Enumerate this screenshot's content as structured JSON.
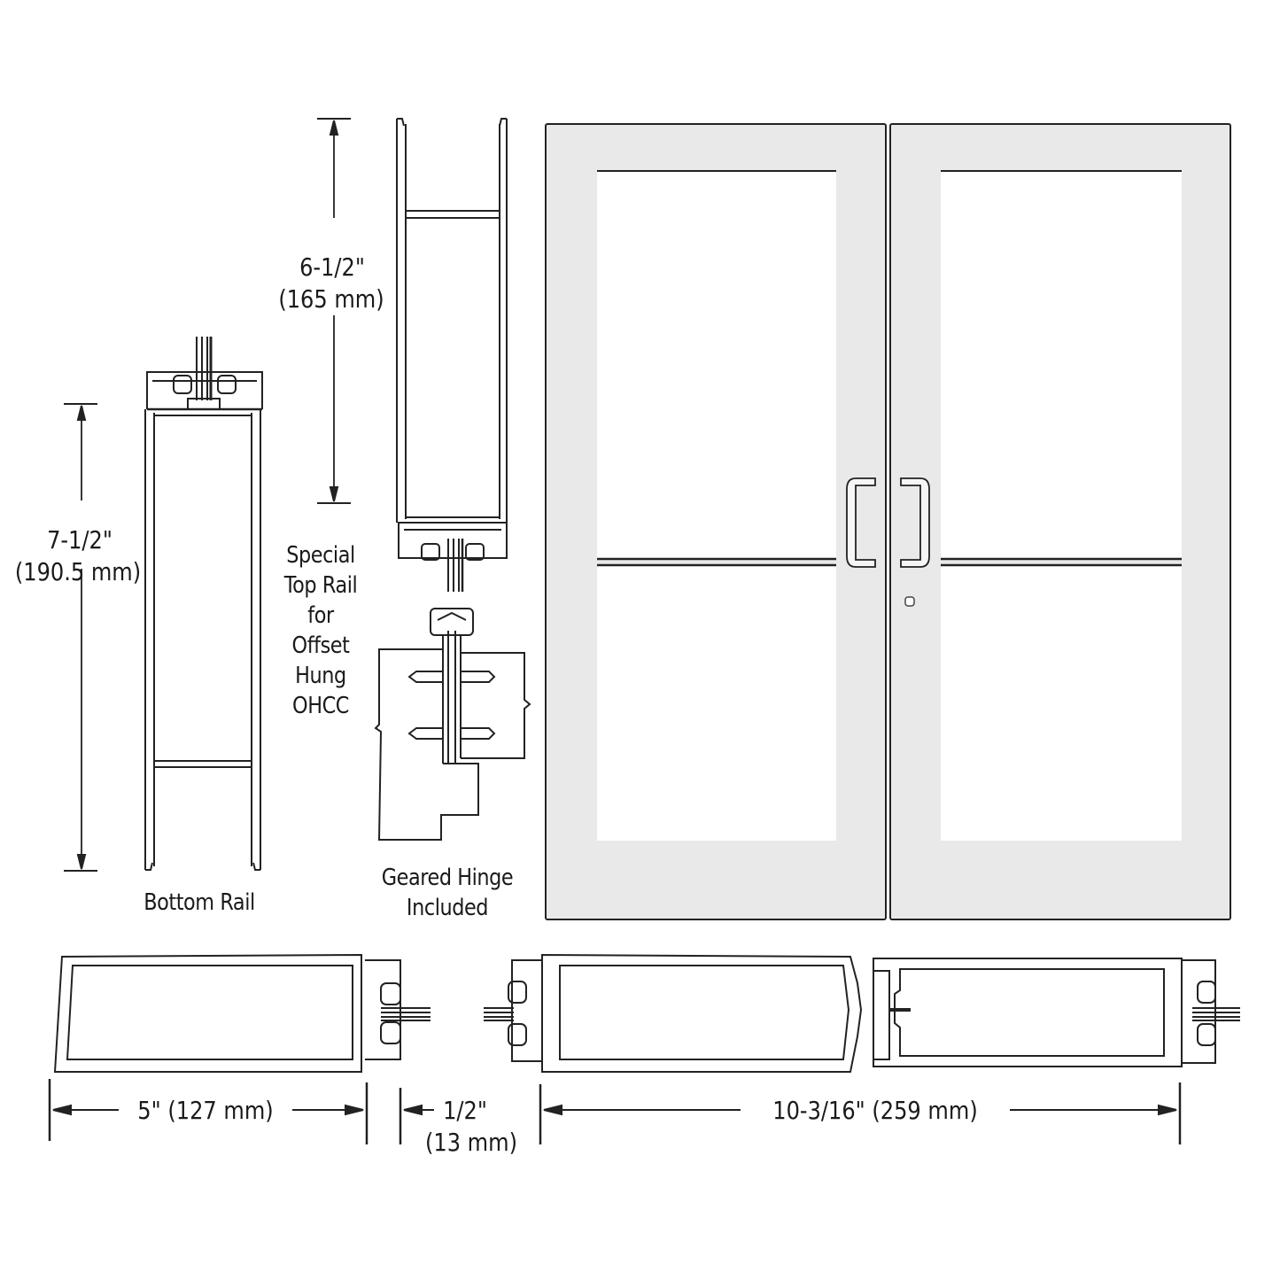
{
  "bottom_rail": {
    "dimension_imperial": "7-1/2\"",
    "dimension_metric": "(190.5 mm)",
    "caption": "Bottom Rail"
  },
  "top_rail": {
    "dimension_imperial": "6-1/2\"",
    "dimension_metric": "(165 mm)",
    "caption_lines": [
      "Special",
      "Top Rail",
      "for",
      "Offset",
      "Hung",
      "OHCC"
    ]
  },
  "hinge": {
    "caption_lines": [
      "Geared Hinge",
      "Included"
    ]
  },
  "door_elevation": {
    "type": "double-door",
    "leaves": 2,
    "frame_color": "#e9e9e9",
    "glass_color": "#ffffff",
    "outline_color": "#222222"
  },
  "plan_sections": {
    "stile_width": "5\" (127 mm)",
    "gap_imperial": "1/2\"",
    "gap_metric": "(13 mm)",
    "meeting_stile_width": "10-3/16\" (259 mm)"
  },
  "colors": {
    "line": "#222222",
    "frame_fill": "#e9e9e9",
    "background": "#ffffff"
  }
}
